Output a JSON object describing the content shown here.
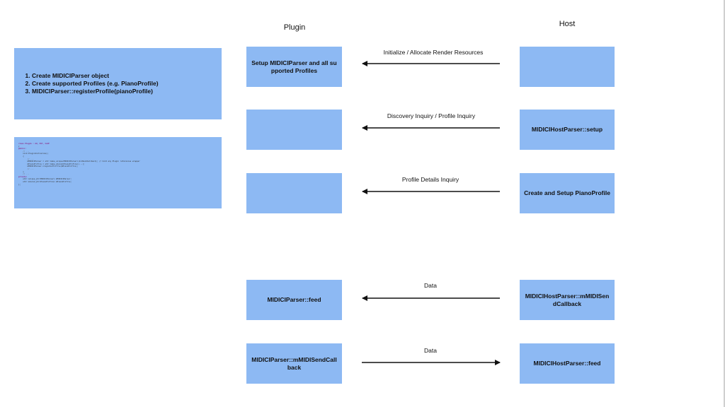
{
  "columns": {
    "plugin": "Plugin",
    "host": "Host"
  },
  "setup_steps": [
    "Create MIDICIParser object",
    "Create supported Profiles (e.g. PianoProfile)",
    "MIDICIParser::registerProfile(pianoProfile)"
  ],
  "code_snippet": [
    "class Plugin : AU, VST, CLAP",
    "{",
    "public:",
    "    // ...",
    "    void PluginInitialize()",
    "    {",
    "        // ...",
    "        mMIDICIParser = std::make_unique<MIDICIParser>(kidSendCallback); // hold any Plugin references wrapper",
    "        mPianoProfile = std::make_shared<PianoProfile>(...);",
    "        mMIDICIParser->registerProfile(mPianoProfile);",
    "        // ...",
    "    }",
    "    // ...",
    "private:",
    "    std::unique_ptr<MIDICIParser> mMIDICIParser;",
    "    std::shared_ptr<PianoProfile> mPianoProfile;",
    "};"
  ],
  "rows": [
    {
      "plugin_box": "Setup MIDICIParser and all supported Profiles",
      "host_box": "",
      "label": "Initialize / Allocate Render Resources",
      "direction": "to-plugin"
    },
    {
      "plugin_box": "",
      "host_box": "MIDICIHostParser::setup",
      "label": "Discovery Inquiry / Profile Inquiry",
      "direction": "to-plugin"
    },
    {
      "plugin_box": "",
      "host_box": "Create and Setup PianoProfile",
      "label": "Profile Details Inquiry",
      "direction": "to-plugin"
    },
    {
      "plugin_box": "MIDICIParser::feed",
      "host_box": "MIDICIHostParser::mMIDISendCallback",
      "label": "Data",
      "direction": "to-plugin"
    },
    {
      "plugin_box": "MIDICIParser::mMIDISendCallback",
      "host_box": "MIDICIHostParser::feed",
      "label": "Data",
      "direction": "to-host"
    }
  ]
}
